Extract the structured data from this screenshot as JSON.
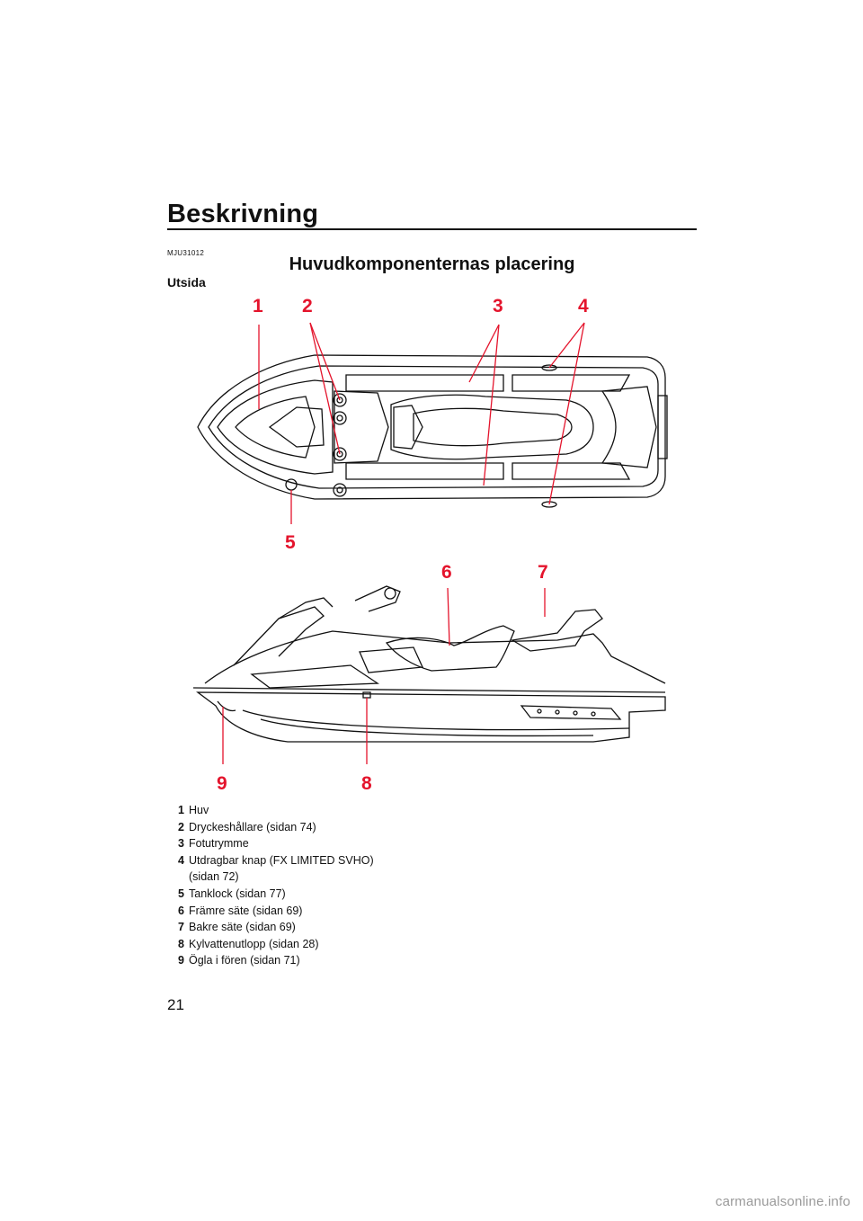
{
  "header": {
    "title": "Beskrivning"
  },
  "doc_code": "MJU31012",
  "section_title": "Huvudkomponenternas placering",
  "subsection": "Utsida",
  "callouts": [
    "1",
    "2",
    "3",
    "4",
    "5",
    "6",
    "7",
    "8",
    "9"
  ],
  "legend": [
    {
      "num": "1",
      "text": "Huv"
    },
    {
      "num": "2",
      "text": "Dryckeshållare (sidan 74)"
    },
    {
      "num": "3",
      "text": "Fotutrymme"
    },
    {
      "num": "4",
      "text": "Utdragbar knap (FX LIMITED SVHO)\n(sidan 72)"
    },
    {
      "num": "5",
      "text": "Tanklock (sidan 77)"
    },
    {
      "num": "6",
      "text": "Främre säte (sidan 69)"
    },
    {
      "num": "7",
      "text": "Bakre säte (sidan 69)"
    },
    {
      "num": "8",
      "text": "Kylvattenutlopp (sidan 28)"
    },
    {
      "num": "9",
      "text": "Ögla i fören (sidan 71)"
    }
  ],
  "page_number": "21",
  "watermark": "carmanualsonline.info",
  "colors": {
    "callout": "#e4142c",
    "text": "#111111"
  }
}
